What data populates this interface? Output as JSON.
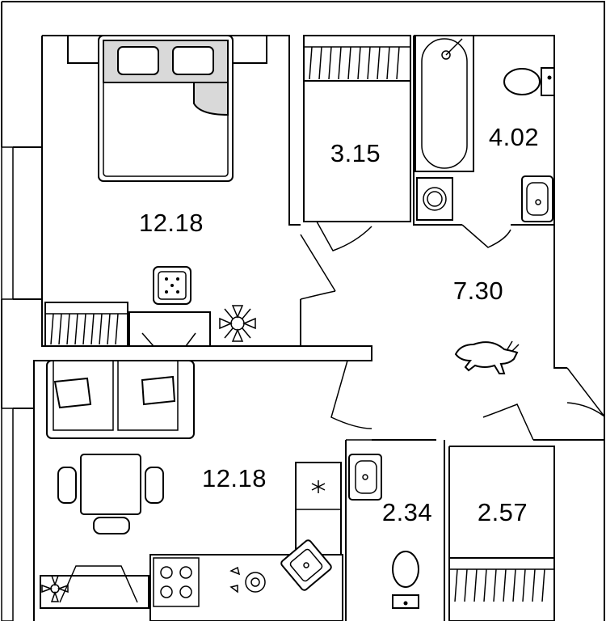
{
  "plan": {
    "areas": {
      "bedroom": "12.18",
      "storage_top": "3.15",
      "bathroom": "4.02",
      "hallway": "7.30",
      "living_kitchen": "12.18",
      "toilet": "2.34",
      "storage_bottom": "2.57"
    }
  },
  "colors": {
    "wall": "#000000",
    "background": "#ffffff",
    "furniture_fill": "#d9d9d9"
  },
  "icons": [
    "bed-icon",
    "pillow-icon",
    "sofa-icon",
    "dining-table-icon",
    "chair-icon",
    "bathtub-icon",
    "toilet-icon",
    "sink-icon",
    "washing-machine-icon",
    "stove-icon",
    "kitchen-sink-icon",
    "refrigerator-icon",
    "plant-icon",
    "cat-icon",
    "ceiling-light-icon",
    "wardrobe-icon"
  ]
}
